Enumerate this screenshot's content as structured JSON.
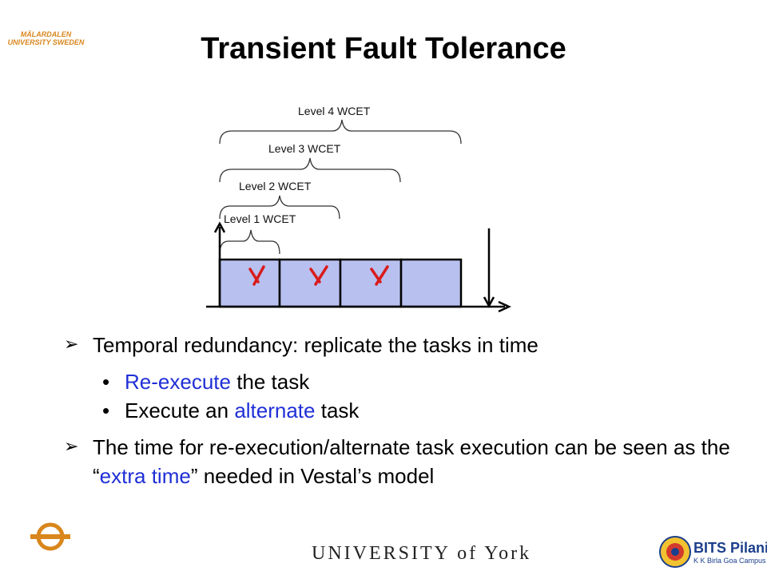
{
  "title": "Transient Fault Tolerance",
  "diagram": {
    "levels": [
      {
        "label": "Level 4 WCET"
      },
      {
        "label": "Level 3 WCET"
      },
      {
        "label": "Level 2 WCET"
      },
      {
        "label": "Level 1 WCET"
      }
    ],
    "executions": [
      "failed",
      "failed",
      "failed",
      "success"
    ],
    "colors": {
      "block_fill": "#b8c0f0",
      "fault_mark": "#d81c1c"
    }
  },
  "bullets": {
    "point1": "Temporal redundancy: replicate the tasks in time",
    "sub1_highlight": "Re-execute",
    "sub1_rest": " the task",
    "sub2_pre": "Execute an ",
    "sub2_highlight": "alternate",
    "sub2_rest": " task",
    "point2_pre": "The time for re-execution/alternate task execution can be seen as the “",
    "point2_highlight": "extra time",
    "point2_rest": "” needed in Vestal’s model"
  },
  "footer": {
    "left_logo_text": "MÄLARDALEN UNIVERSITY SWEDEN",
    "center_logo_text": "UNIVERSITY of York",
    "right_logo_name": "BITS Pilani",
    "right_logo_sub": "K K Birla Goa Campus"
  }
}
